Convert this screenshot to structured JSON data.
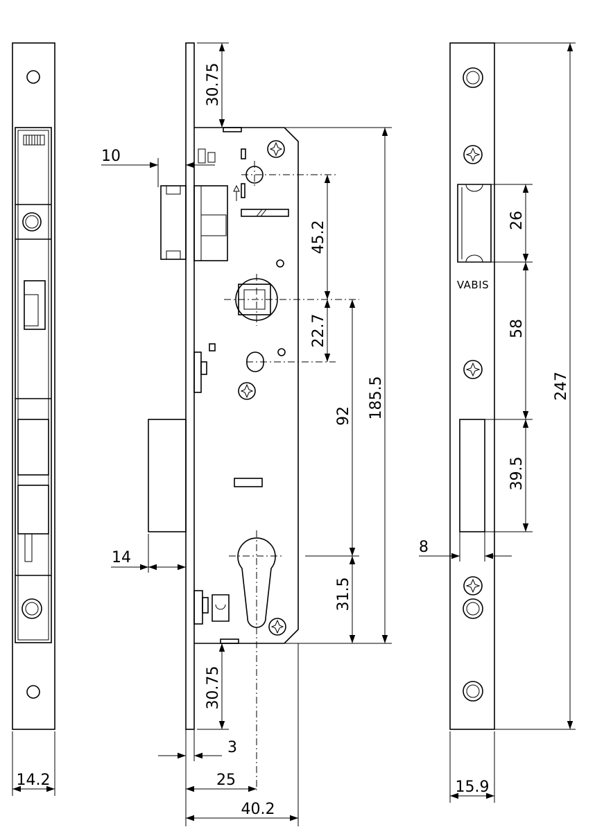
{
  "dimensions": {
    "top_offset": "30.75",
    "bottom_offset": "30.75",
    "latch_projection": "10",
    "bolt_projection": "14",
    "follower_to_cylinder_top": "45.2",
    "follower_to_cylinder_mid": "22.7",
    "follower_to_cylinder": "92",
    "case_height": "185.5",
    "cylinder_to_bottom": "31.5",
    "faceplate_thickness": "3",
    "backset": "25",
    "case_depth": "40.2",
    "faceplate_width": "14.2",
    "strike_width": "15.9",
    "strike_latch_opening": "26",
    "strike_spacing": "58",
    "strike_bolt_opening": "39.5",
    "strike_height": "247",
    "strike_offset": "8"
  },
  "brand": "VABIS"
}
